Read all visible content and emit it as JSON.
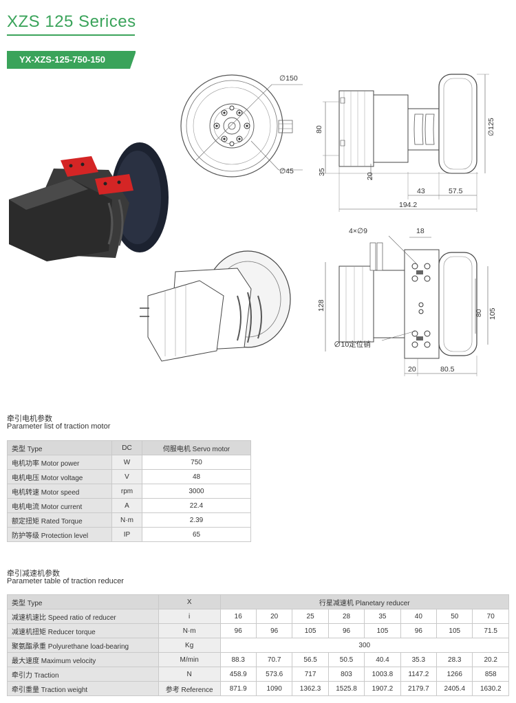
{
  "header": {
    "title": "XZS 125 Serices",
    "model": "YX-XZS-125-750-150"
  },
  "drawings": {
    "front": {
      "dia_outer": "∅150",
      "dia_inner": "∅45"
    },
    "side": {
      "dia_wheel": "∅125",
      "h80": "80",
      "h35": "35",
      "h20": "20",
      "l43": "43",
      "l575": "57.5",
      "l1942": "194.2"
    },
    "bottom": {
      "holes": "4×∅9",
      "w18": "18",
      "h128": "128",
      "h80": "80",
      "h105": "105",
      "pin": "∅10定位销",
      "w20": "20",
      "w805": "80.5"
    }
  },
  "motor_section": {
    "title_zh": "牵引电机参数",
    "title_en": "Parameter list of traction motor",
    "rows": [
      {
        "label": "类型 Type",
        "unit": "DC",
        "value": "伺服电机 Servo motor"
      },
      {
        "label": "电机功率 Motor power",
        "unit": "W",
        "value": "750"
      },
      {
        "label": "电机电压 Motor voltage",
        "unit": "V",
        "value": "48"
      },
      {
        "label": "电机转速 Motor speed",
        "unit": "rpm",
        "value": "3000"
      },
      {
        "label": "电机电流 Motor current",
        "unit": "A",
        "value": "22.4"
      },
      {
        "label": "额定扭矩 Rated Torque",
        "unit": "N·m",
        "value": "2.39"
      },
      {
        "label": "防护等级 Protection level",
        "unit": "IP",
        "value": "65"
      }
    ]
  },
  "reducer_section": {
    "title_zh": "牵引减速机参数",
    "title_en": "Parameter table of traction reducer",
    "header": {
      "label": "类型 Type",
      "unit": "X",
      "value": "行星减速机 Planetary reducer"
    },
    "rows": [
      {
        "label": "减速机速比 Speed ratio of reducer",
        "unit": "i",
        "values": [
          "16",
          "20",
          "25",
          "28",
          "35",
          "40",
          "50",
          "70"
        ]
      },
      {
        "label": "减速机扭矩 Reducer torque",
        "unit": "N·m",
        "values": [
          "96",
          "96",
          "105",
          "96",
          "105",
          "96",
          "105",
          "71.5"
        ]
      },
      {
        "label": "聚氨酯承重 Polyurethane load-bearing",
        "unit": "Kg",
        "span_value": "300"
      },
      {
        "label": "最大速度 Maximum velocity",
        "unit": "M/min",
        "values": [
          "88.3",
          "70.7",
          "56.5",
          "50.5",
          "40.4",
          "35.3",
          "28.3",
          "20.2"
        ]
      },
      {
        "label": "牵引力 Traction",
        "unit": "N",
        "values": [
          "458.9",
          "573.6",
          "717",
          "803",
          "1003.8",
          "1147.2",
          "1266",
          "858"
        ]
      },
      {
        "label": "牵引重量 Traction weight",
        "unit": "参考 Reference",
        "values": [
          "871.9",
          "1090",
          "1362.3",
          "1525.8",
          "1907.2",
          "2179.7",
          "2405.4",
          "1630.2"
        ]
      }
    ]
  }
}
